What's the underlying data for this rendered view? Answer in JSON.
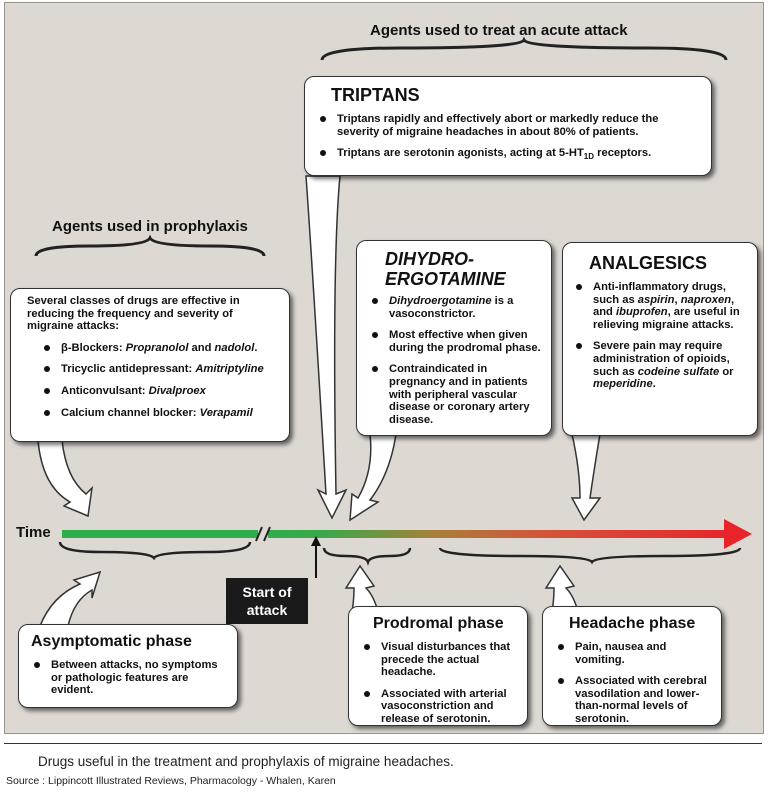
{
  "titles": {
    "acute": "Agents used to treat an acute attack",
    "prophylaxis": "Agents used in prophylaxis"
  },
  "prophylaxis_box": {
    "intro": "Several classes of drugs are effective in reducing the frequency and severity of migraine attacks:",
    "items": [
      {
        "label": "β-Blockers: ",
        "drug": "Propranolol",
        "joiner": " and ",
        "drug2": "nadolol",
        "end": "."
      },
      {
        "label": "Tricyclic antidepressant: ",
        "drug": "Amitriptyline"
      },
      {
        "label": "Anticonvulsant: ",
        "drug": "Divalproex"
      },
      {
        "label": "Calcium channel blocker: ",
        "drug": "Verapamil"
      }
    ]
  },
  "triptans": {
    "heading": "TRIPTANS",
    "b1": "Triptans rapidly and effectively abort or markedly reduce the severity of migraine headaches in about 80% of patients.",
    "b2_pre": "Triptans are serotonin agonists, acting at 5-HT",
    "b2_sub": "1D",
    "b2_post": " receptors."
  },
  "dhe": {
    "heading1": "DIHYDRO-",
    "heading2": "ERGOTAMINE",
    "b1_drug": "Dihydroergotamine",
    "b1_rest": " is a vasoconstrictor.",
    "b2": "Most effective when given during the prodromal phase.",
    "b3": "Contraindicated in pregnancy and in patients with peripheral vascular disease or coronary artery disease."
  },
  "analgesics": {
    "heading": "ANALGESICS",
    "b1_a": "Anti-inflammatory drugs, such as ",
    "b1_d1": "aspirin",
    "b1_b": ", ",
    "b1_d2": "naproxen",
    "b1_c": ", and ",
    "b1_d3": "ibuprofen",
    "b1_e": ", are useful in relieving migraine attacks.",
    "b2_a": "Severe pain may require administration of opioids, such as ",
    "b2_d1": "codeine sulfate",
    "b2_b": " or ",
    "b2_d2": "meperidine",
    "b2_c": "."
  },
  "timeline": {
    "time_label": "Time",
    "start_label_1": "Start of",
    "start_label_2": "attack"
  },
  "phases": {
    "asymptomatic": {
      "heading": "Asymptomatic phase",
      "b1": "Between attacks, no symptoms or pathologic features are evident."
    },
    "prodromal": {
      "heading": "Prodromal phase",
      "b1": "Visual disturbances that precede the actual headache.",
      "b2": "Associated with arterial vasoconstriction and release of serotonin."
    },
    "headache": {
      "heading": "Headache phase",
      "b1": "Pain, nausea and vomiting.",
      "b2": "Associated with cerebral vasodilation and lower-than-normal levels of serotonin."
    }
  },
  "caption": "Drugs useful in the treatment and prophylaxis of migraine headaches.",
  "source": "Source : Lippincott Illustrated Reviews, Pharmacology - Whalen, Karen",
  "colors": {
    "panel": "#ded8d3",
    "timeline_green": "#2eae4a",
    "timeline_red": "#e8232a",
    "start_box": "#1a1a1a"
  }
}
